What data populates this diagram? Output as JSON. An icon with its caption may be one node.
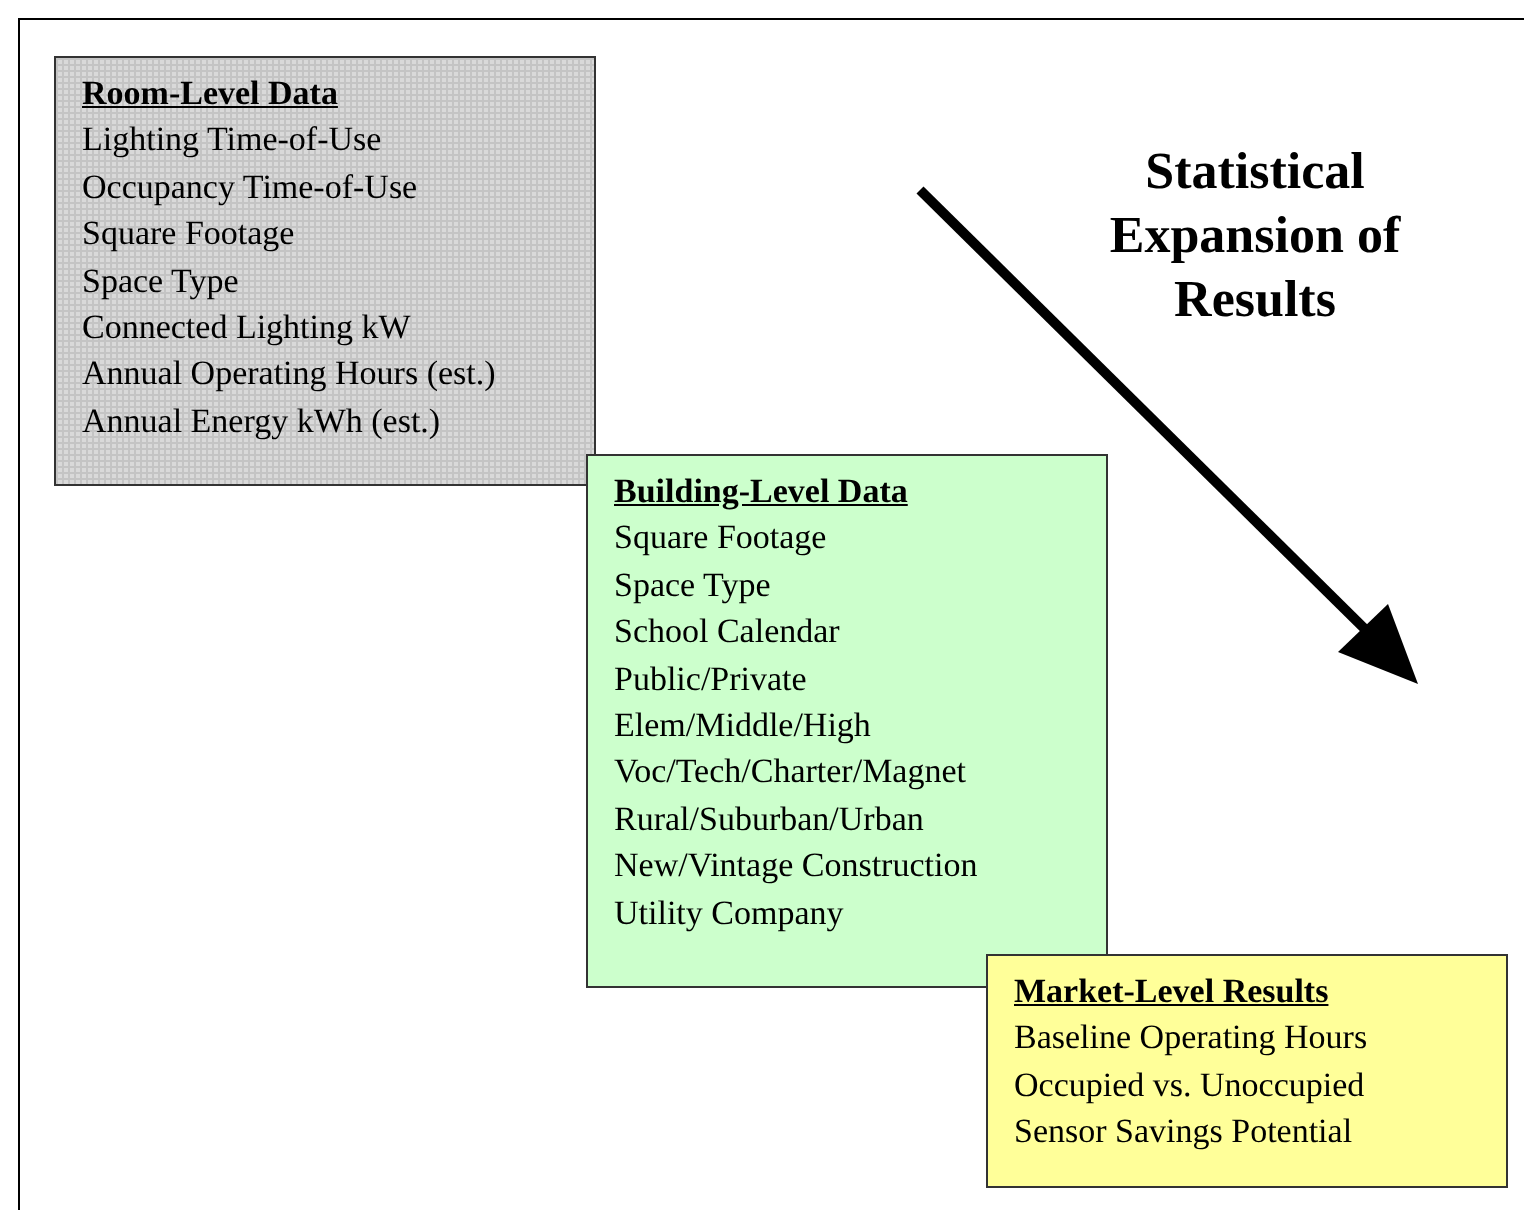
{
  "diagram": {
    "nodes": [
      {
        "text": [
          "Room-Level Data",
          "Lighting Time-of-Use",
          "Occupancy Time-of-Use",
          "Square Footage",
          "Space Type",
          "Connected Lighting kW",
          "Annual Operating Hours (est.)",
          "Annual Energy kWh (est.)"
        ]
      },
      {
        "text": [
          "Building-Level Data",
          "Square Footage",
          "Space Type",
          "School Calendar",
          "Public/Private",
          "Elem/Middle/High",
          "Voc/Tech/Charter/Magnet",
          "Rural/Suburban/Urban",
          "New/Vintage Construction",
          "Utility Company"
        ]
      },
      {
        "text": [
          "Market-Level Results",
          "Baseline Operating Hours",
          "Occupied vs. Unoccupied",
          "Sensor Savings Potential"
        ]
      }
    ],
    "edges": [],
    "labels": [
      "Statistical Expansion of Results"
    ]
  }
}
